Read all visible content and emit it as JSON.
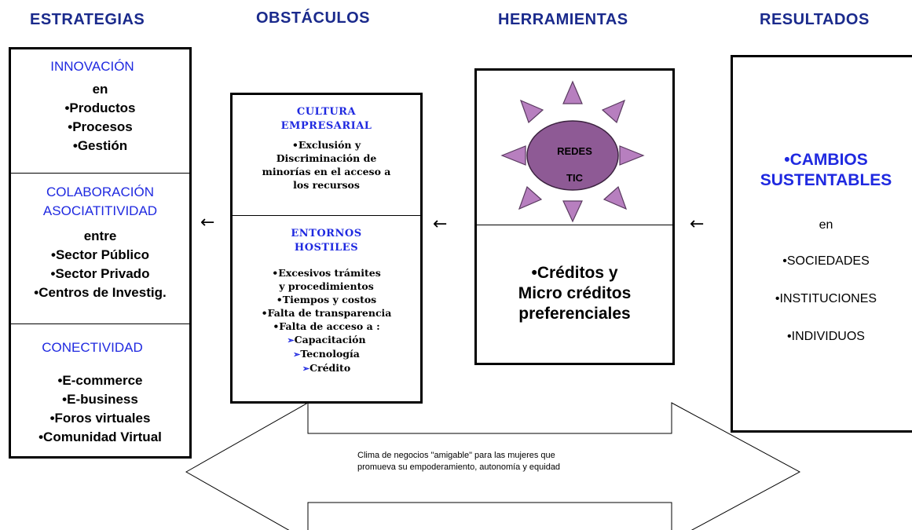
{
  "headers": {
    "strategies": "ESTRATEGIAS",
    "obstacles": "OBSTÁCULOS",
    "tools": "HERRAMIENTAS",
    "results": "RESULTADOS"
  },
  "strategies": {
    "innovation": {
      "title": "INNOVACIÓN",
      "connector": "en",
      "items": [
        "•Productos",
        "•Procesos",
        "•Gestión"
      ]
    },
    "collaboration": {
      "title_line1": "COLABORACIÓN",
      "title_line2": "ASOCIATITIVIDAD",
      "connector": "entre",
      "items": [
        "•Sector Público",
        "•Sector Privado",
        "•Centros de Investig."
      ]
    },
    "connectivity": {
      "title": "CONECTIVIDAD",
      "items": [
        "•E-commerce",
        "•E-business",
        "•Foros virtuales",
        "•Comunidad Virtual"
      ]
    }
  },
  "obstacles": {
    "culture": {
      "title_line1": "CULTURA",
      "title_line2": "EMPRESARIAL",
      "lines": [
        "•Exclusión y",
        "Discriminación de",
        "minorías en el acceso  a",
        "los recursos"
      ]
    },
    "environments": {
      "title_line1": "ENTORNOS",
      "title_line2": "HOSTILES",
      "lines": [
        "•Excesivos trámites",
        "y procedimientos",
        "•Tiempos y costos",
        "•Falta de transparencia",
        "•Falta de acceso  a :"
      ],
      "sub_items": [
        "Capacitación",
        "Tecnología",
        "Crédito"
      ],
      "sub_marker": "➢"
    }
  },
  "tools": {
    "star_line1": "REDES",
    "star_line2": "TIC",
    "star_color": "#8e5a95",
    "credits_lines": [
      "•Créditos y",
      "Micro créditos",
      "preferenciales"
    ]
  },
  "results": {
    "title_line1": "•CAMBIOS",
    "title_line2": "SUSTENTABLES",
    "connector": "en",
    "items": [
      "•SOCIEDADES",
      "•INSTITUCIONES",
      "•INDIVIDUOS"
    ]
  },
  "arrows": {
    "left_arrow": "←"
  },
  "band": {
    "line1": "Clima de negocios \"amigable\" para las mujeres que",
    "line2": "promueva su empoderamiento, autonomía y equidad"
  }
}
